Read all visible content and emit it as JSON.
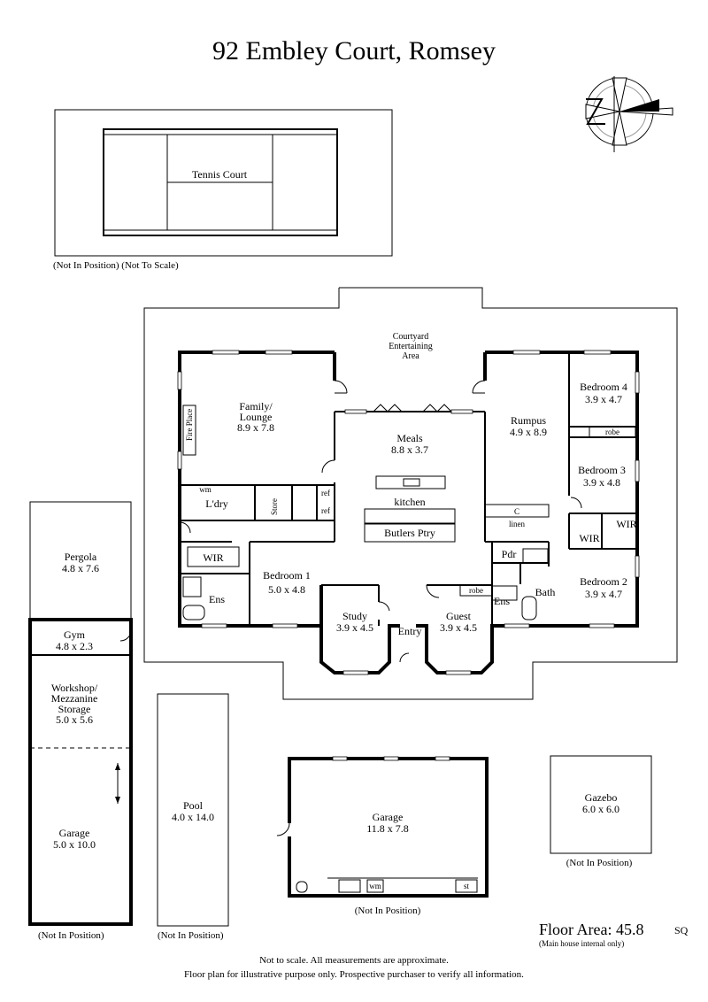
{
  "title": "92 Embley Court, Romsey",
  "compass_icon": "north-arrow-compass",
  "tennis": {
    "label": "Tennis Court",
    "note": "(Not In Position) (Not To Scale)"
  },
  "courtyard": {
    "label_line1": "Courtyard",
    "label_line2": "Entertaining",
    "label_line3": "Area"
  },
  "rooms": {
    "family_name1": "Family/",
    "family_name2": "Lounge",
    "family_dim": "8.9 x 7.8",
    "fireplace": "Fire Place",
    "meals_name": "Meals",
    "meals_dim": "8.8 x 3.7",
    "kitchen": "kitchen",
    "butlers": "Butlers Ptry",
    "laundry": "L'dry",
    "wm": "wm",
    "store": "Store",
    "ref1": "ref",
    "ref2": "ref",
    "wir1": "WIR",
    "ens1": "Ens",
    "bed1_name": "Bedroom 1",
    "bed1_dim": "5.0 x 4.8",
    "study_name": "Study",
    "study_dim": "3.9 x 4.5",
    "entry": "Entry",
    "guest_name": "Guest",
    "guest_dim": "3.9 x 4.5",
    "robe_guest": "robe",
    "ens2": "Ens",
    "bath": "Bath",
    "pdr": "Pdr",
    "rumpus_name": "Rumpus",
    "rumpus_dim": "4.9 x 8.9",
    "c": "C",
    "linen": "linen",
    "bed4_name": "Bedroom 4",
    "bed4_dim": "3.9 x 4.7",
    "robe_bed4": "robe",
    "bed3_name": "Bedroom 3",
    "bed3_dim": "3.9 x 4.8",
    "wir2": "WIR",
    "wir3": "WIR",
    "bed2_name": "Bedroom 2",
    "bed2_dim": "3.9 x 4.7"
  },
  "outbuildings": {
    "pergola_name": "Pergola",
    "pergola_dim": "4.8 x 7.6",
    "gym_name": "Gym",
    "gym_dim": "4.8 x 2.3",
    "workshop_line1": "Workshop/",
    "workshop_line2": "Mezzanine",
    "workshop_line3": "Storage",
    "workshop_dim": "5.0 x 5.6",
    "garage_small_name": "Garage",
    "garage_small_dim": "5.0 x 10.0",
    "left_note": "(Not In Position)",
    "pool_name": "Pool",
    "pool_dim": "4.0 x 14.0",
    "pool_note": "(Not In Position)",
    "garage_big_name": "Garage",
    "garage_big_dim": "11.8 x 7.8",
    "garage_wm": "wm",
    "garage_st": "st",
    "garage_note": "(Not In Position)",
    "gazebo_name": "Gazebo",
    "gazebo_dim": "6.0 x 6.0",
    "gazebo_note": "(Not In Position)"
  },
  "floor_area": {
    "label": "Floor Area: 45.8",
    "unit": "SQ",
    "sub": "(Main house internal only)"
  },
  "disclaimer": {
    "line1": "Not to scale. All measurements are approximate.",
    "line2": "Floor plan for illustrative purpose only. Prospective purchaser to verify all information."
  }
}
